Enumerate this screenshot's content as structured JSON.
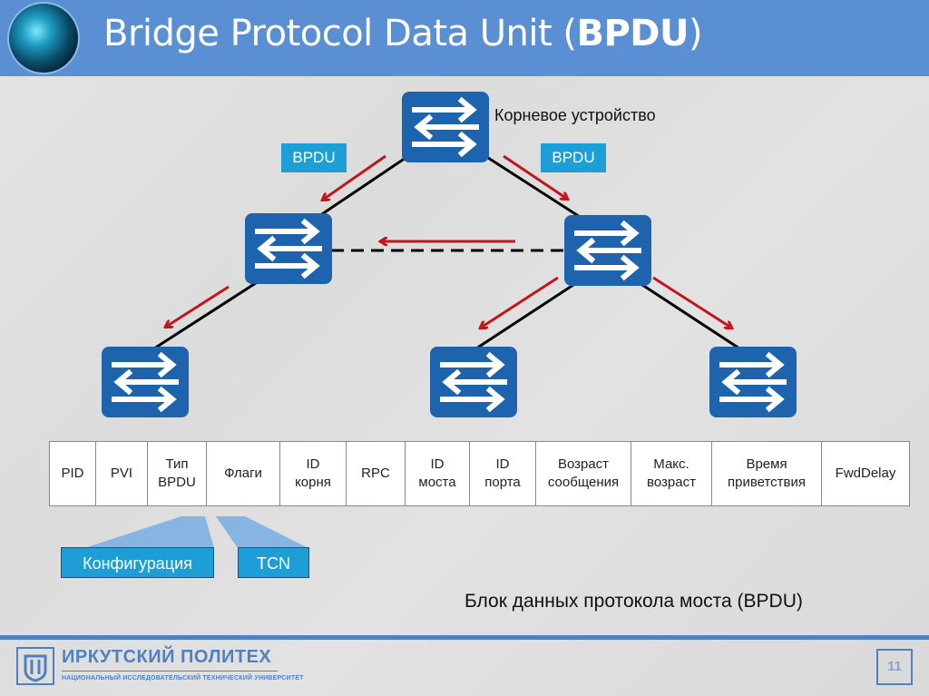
{
  "header": {
    "title_prefix": "Bridge Protocol Data Unit (",
    "title_bold": "BPDU",
    "title_suffix": ")",
    "logo_icon": "globe-icon"
  },
  "diagram": {
    "root_label": "Корневое устройство",
    "bpdu_tags": [
      "BPDU",
      "BPDU"
    ],
    "switches": [
      {
        "id": "root",
        "icon": "switch-icon"
      },
      {
        "id": "mid-left",
        "icon": "switch-icon"
      },
      {
        "id": "mid-right",
        "icon": "switch-icon"
      },
      {
        "id": "bottom-left",
        "icon": "switch-icon"
      },
      {
        "id": "bottom-middle",
        "icon": "switch-icon"
      },
      {
        "id": "bottom-right",
        "icon": "switch-icon"
      }
    ],
    "links": [
      {
        "from": "root",
        "to": "mid-left",
        "style": "solid"
      },
      {
        "from": "root",
        "to": "mid-right",
        "style": "solid"
      },
      {
        "from": "mid-left",
        "to": "mid-right",
        "style": "dashed"
      },
      {
        "from": "mid-left",
        "to": "bottom-left",
        "style": "solid"
      },
      {
        "from": "mid-right",
        "to": "bottom-middle",
        "style": "solid"
      },
      {
        "from": "mid-right",
        "to": "bottom-right",
        "style": "solid"
      }
    ],
    "colors": {
      "switch": "#1e63ae",
      "bpdu_arrow": "#c0161c",
      "tag": "#1d9ed6"
    }
  },
  "fields_table": {
    "cells": [
      [
        "PID"
      ],
      [
        "PVI"
      ],
      [
        "Тип",
        "BPDU"
      ],
      [
        "Флаги"
      ],
      [
        "ID",
        "корня"
      ],
      [
        "RPC"
      ],
      [
        "ID",
        "моста"
      ],
      [
        "ID",
        "порта"
      ],
      [
        "Возраст",
        "сообщения"
      ],
      [
        "Макс.",
        "возраст"
      ],
      [
        "Время",
        "приветствия"
      ],
      [
        "FwdDelay"
      ]
    ]
  },
  "bpdu_types": [
    "Конфигурация",
    "TCN"
  ],
  "caption": "Блок данных протокола моста (BPDU)",
  "footer": {
    "org_name": "ИРКУТСКИЙ ПОЛИТЕХ",
    "org_subtitle": "НАЦИОНАЛЬНЫЙ ИССЛЕДОВАТЕЛЬСКИЙ ТЕХНИЧЕСКИЙ УНИВЕРСИТЕТ",
    "page_number": "11"
  }
}
